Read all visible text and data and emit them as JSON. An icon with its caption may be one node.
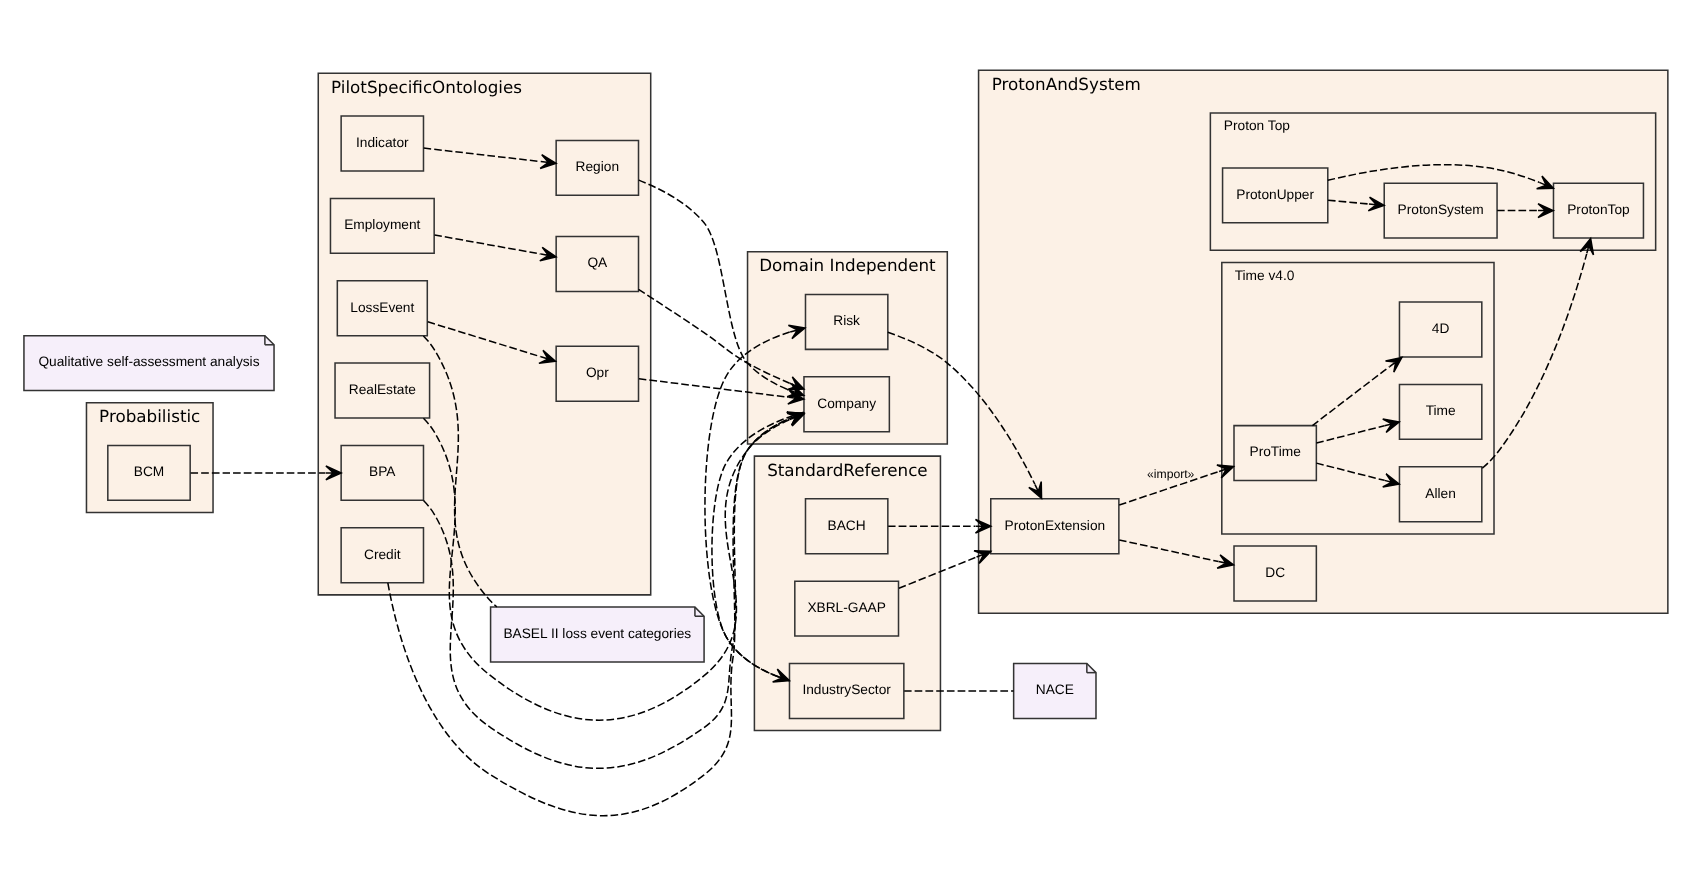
{
  "diagram": {
    "nodes": [
      {
        "text": [
          "ProtonAndSystem"
        ]
      },
      {
        "text": [
          "DC"
        ],
        "in": 0
      },
      {
        "text": [
          "ProtonExtension"
        ],
        "in": 0
      },
      {
        "text": [
          "Time v4.0"
        ],
        "in": 0
      },
      {
        "text": [
          "Time"
        ],
        "in": 3
      },
      {
        "text": [
          "ProTime"
        ],
        "in": 3
      },
      {
        "text": [
          "4D"
        ],
        "in": 3
      },
      {
        "text": [
          "Allen"
        ],
        "in": 3
      },
      {
        "text": [
          "Proton Top"
        ],
        "in": 0
      },
      {
        "text": [
          "ProtonTop"
        ],
        "in": 8
      },
      {
        "text": [
          "ProtonSystem"
        ],
        "in": 8
      },
      {
        "text": [
          "ProtonUpper"
        ],
        "in": 8
      },
      {
        "text": [
          "Domain Independent"
        ]
      },
      {
        "text": [
          "Risk"
        ],
        "in": 12
      },
      {
        "text": [
          "Company"
        ],
        "in": 12
      },
      {
        "text": [
          "StandardReference"
        ]
      },
      {
        "text": [
          "IndustrySector"
        ],
        "in": 15
      },
      {
        "text": [
          "XBRL-GAAP"
        ],
        "in": 15
      },
      {
        "text": [
          "BACH"
        ],
        "in": 15
      },
      {
        "text": [
          "NACE"
        ]
      },
      {
        "text": [
          "PilotSpecificOntologies"
        ]
      },
      {
        "text": [
          "Region"
        ],
        "in": 20
      },
      {
        "text": [
          "Indicator"
        ],
        "in": 20
      },
      {
        "text": [
          "RealEstate"
        ],
        "in": 20
      },
      {
        "text": [
          "Employment"
        ],
        "in": 20
      },
      {
        "text": [
          "QA"
        ],
        "in": 20
      },
      {
        "text": [
          "BPA"
        ],
        "in": 20
      },
      {
        "text": [
          "Credit"
        ],
        "in": 20
      },
      {
        "text": [
          "Opr"
        ],
        "in": 20
      },
      {
        "text": [
          "LossEvent"
        ],
        "in": 20
      },
      {
        "text": [
          "Qualitative self-assessment analysis"
        ]
      },
      {
        "text": [
          "Probabilistic"
        ]
      },
      {
        "text": [
          "BCM"
        ],
        "in": 31
      },
      {
        "text": [
          "BASEL II loss event categories"
        ]
      }
    ],
    "edges": [
      {
        "from": 2,
        "to": 1,
        "arrow": "to",
        "style": "dashed"
      },
      {
        "from": 13,
        "to": 2,
        "arrow": "to",
        "style": "dashed"
      },
      {
        "from": 17,
        "to": 2,
        "arrow": "to",
        "style": "dashed"
      },
      {
        "from": 18,
        "to": 2,
        "arrow": "to",
        "style": "dashed"
      },
      {
        "from": 2,
        "to": 5,
        "label": "«import»",
        "arrow": "to",
        "style": "dashed"
      },
      {
        "from": 5,
        "to": 4,
        "arrow": "to",
        "style": "dashed"
      },
      {
        "from": 5,
        "to": 6,
        "arrow": "to",
        "style": "dashed"
      },
      {
        "from": 5,
        "to": 7,
        "arrow": "to",
        "style": "dashed"
      },
      {
        "from": 7,
        "to": 9,
        "arrow": "to",
        "style": "dashed"
      },
      {
        "from": 10,
        "to": 9,
        "arrow": "to",
        "style": "dashed"
      },
      {
        "from": 11,
        "to": 9,
        "arrow": "to",
        "style": "dashed"
      },
      {
        "from": 11,
        "to": 10,
        "arrow": "to",
        "style": "dashed"
      },
      {
        "from": 16,
        "to": 13,
        "arrow": "to",
        "style": "dashed"
      },
      {
        "from": 14,
        "to": 16,
        "arrow": "to",
        "style": "dashed"
      },
      {
        "from": 16,
        "to": 19,
        "arrow": "none",
        "style": "dashed"
      },
      {
        "from": 21,
        "to": 14,
        "arrow": "to",
        "style": "dashed"
      },
      {
        "from": 23,
        "to": 14,
        "arrow": "to",
        "style": "dashed"
      },
      {
        "from": 26,
        "to": 14,
        "arrow": "to",
        "style": "dashed"
      },
      {
        "from": 25,
        "to": 14,
        "arrow": "to",
        "style": "dashed"
      },
      {
        "from": 27,
        "to": 14,
        "arrow": "to",
        "style": "dashed"
      },
      {
        "from": 28,
        "to": 14,
        "arrow": "to",
        "style": "dashed"
      },
      {
        "from": 22,
        "to": 21,
        "arrow": "to",
        "style": "dashed"
      },
      {
        "from": 24,
        "to": 25,
        "arrow": "to",
        "style": "dashed"
      },
      {
        "from": 32,
        "to": 26,
        "arrow": "to",
        "style": "dashed"
      },
      {
        "from": 29,
        "to": 28,
        "arrow": "to",
        "style": "dashed"
      },
      {
        "from": 29,
        "to": 33,
        "arrow": "none",
        "style": "dashed"
      }
    ]
  }
}
